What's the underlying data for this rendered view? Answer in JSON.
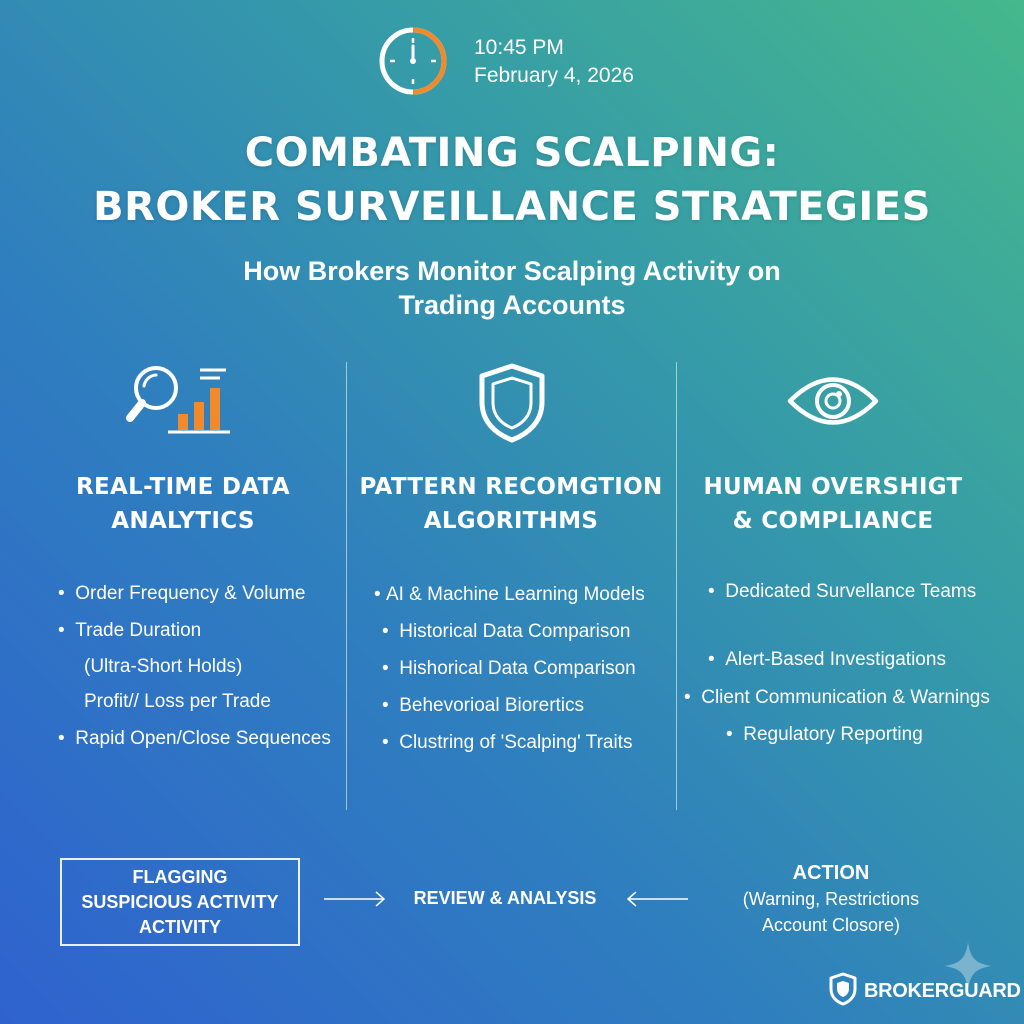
{
  "header": {
    "time": "10:45 PM",
    "date": "February 4, 2026",
    "title_line1": "COMBATING SCALPING:",
    "title_line2": "BROKER SURVEILLANCE STRATEGIES",
    "subtitle_line1": "How Brokers Monitor Scalping Activity on",
    "subtitle_line2": "Trading Accounts"
  },
  "icons": {
    "clock": "clock-icon",
    "column1": "magnifier-chart-icon",
    "column2": "shield-icon",
    "column3": "eye-icon",
    "brand": "shield-logo-icon",
    "sparkle": "sparkle-icon"
  },
  "columns": [
    {
      "title_line1": "REAL-TIME DATA",
      "title_line2": "ANALYTICS",
      "items": [
        "Order Frequency & Volume",
        "Trade Duration",
        "(Ultra-Short Holds)",
        "Profit// Loss per Trade",
        "Rapid Open/Close Sequences"
      ]
    },
    {
      "title_line1": "PATTERN RECOMGTION",
      "title_line2": "ALGORITHMS",
      "items": [
        "AI & Machine Learning Models",
        "Historical Data Comparison",
        "Hishorical Data Comparison",
        "Behevorioal Biorertics",
        "Clustring of 'Scalping' Traits"
      ]
    },
    {
      "title_line1": "HUMAN OVERSHIGT",
      "title_line2": "& COMPLIANCE",
      "items": [
        "Dedicated Survellance Teams",
        "Alert-Based Investigations",
        "Client Communication & Warnings",
        "Regulatory Reporting"
      ]
    }
  ],
  "flow": {
    "flag_line1": "FLAGGING",
    "flag_line2": "SUSPICIOUS ACTIVITY",
    "flag_line3": "ACTIVITY",
    "review": "REVIEW & ANALYSIS",
    "action_head": "ACTION",
    "action_line1": "(Warning, Restrictions",
    "action_line2": "Account Closore)"
  },
  "brand": {
    "name": "BROKERGUARD"
  },
  "colors": {
    "accent_orange": "#f08a2c",
    "text": "#ffffff"
  }
}
